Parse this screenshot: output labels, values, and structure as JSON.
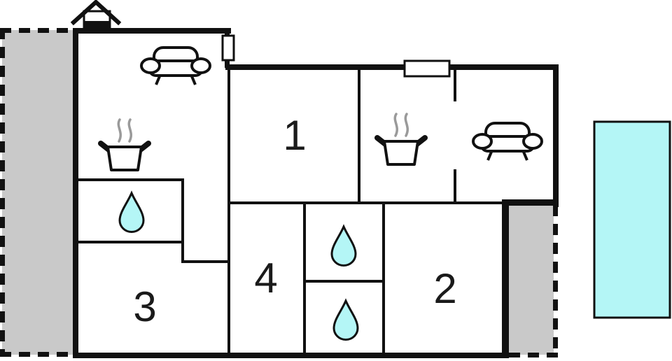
{
  "floorplan": {
    "rooms": [
      {
        "label": "1"
      },
      {
        "label": "2"
      },
      {
        "label": "3"
      },
      {
        "label": "4"
      }
    ],
    "icons": [
      "chimney-icon",
      "sofa-icon",
      "cooking-pot-icon",
      "water-drop-icon"
    ],
    "counts": {
      "numbered_rooms": 4,
      "sofas": 2,
      "cooking_pots": 2,
      "water_drops": 3,
      "windows": 2,
      "terraces": 2,
      "pools": 1
    },
    "colors": {
      "wall": "#111111",
      "terrace_gray": "#c9c9c9",
      "water_cyan": "#b4f6f6",
      "steam_gray": "#9a9a9a",
      "background": "#ffffff"
    }
  }
}
